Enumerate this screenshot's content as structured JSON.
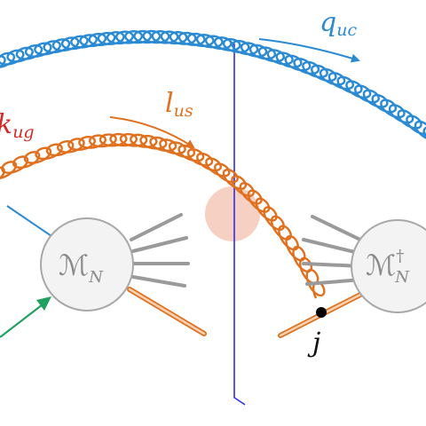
{
  "labels": {
    "q_uc": {
      "base": "q",
      "sub": "uc"
    },
    "l_us": {
      "base": "l",
      "sub": "us"
    },
    "k_ug": {
      "base": "k",
      "sub": "ug"
    },
    "j": "j",
    "m_left": {
      "base": "ℳ",
      "sub": "N"
    },
    "m_right": {
      "base": "ℳ",
      "sup": "†",
      "sub": "N"
    }
  },
  "colors": {
    "blue_gluon": "#2a8ad4",
    "orange_gluon": "#e0701e",
    "red_label": "#d42a2a",
    "cut_line": "#2f2fe6",
    "green_arrow": "#22a060",
    "vertex_fill": "#f3f3f3",
    "vertex_stroke": "#a8a8a8",
    "soft_region": "#f3c8b8"
  }
}
